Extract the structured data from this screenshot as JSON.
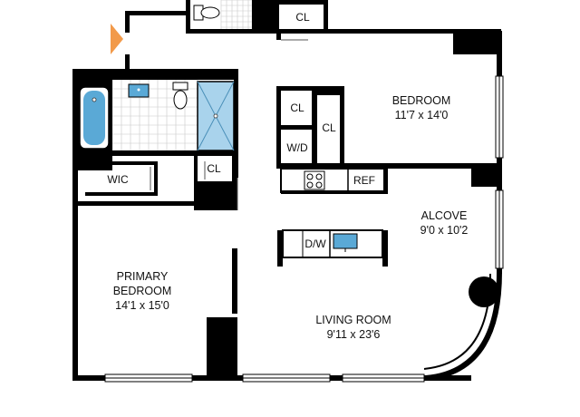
{
  "rooms": {
    "bedroom": {
      "name": "BEDROOM",
      "dims": "11'7 x 14'0"
    },
    "alcove": {
      "name": "ALCOVE",
      "dims": "9'0 x 10'2"
    },
    "primary": {
      "name_line1": "PRIMARY",
      "name_line2": "BEDROOM",
      "dims": "14'1 x 15'0"
    },
    "living": {
      "name": "LIVING ROOM",
      "dims": "9'11 x 23'6"
    }
  },
  "labels": {
    "cl": "CL",
    "wic": "WIC",
    "wd": "W/D",
    "dw": "D/W",
    "ref": "REF"
  },
  "colors": {
    "wall": "#000000",
    "entry_arrow": "#f29a4a",
    "shower": "#a9d3ec",
    "tub": "#5aa9d6",
    "sink": "#5aa9d6"
  },
  "icons": {
    "entry": "entry-arrow-icon",
    "tub": "bathtub-icon",
    "toilet": "toilet-icon",
    "shower": "shower-icon",
    "stove": "stove-icon",
    "sink": "sink-icon"
  }
}
